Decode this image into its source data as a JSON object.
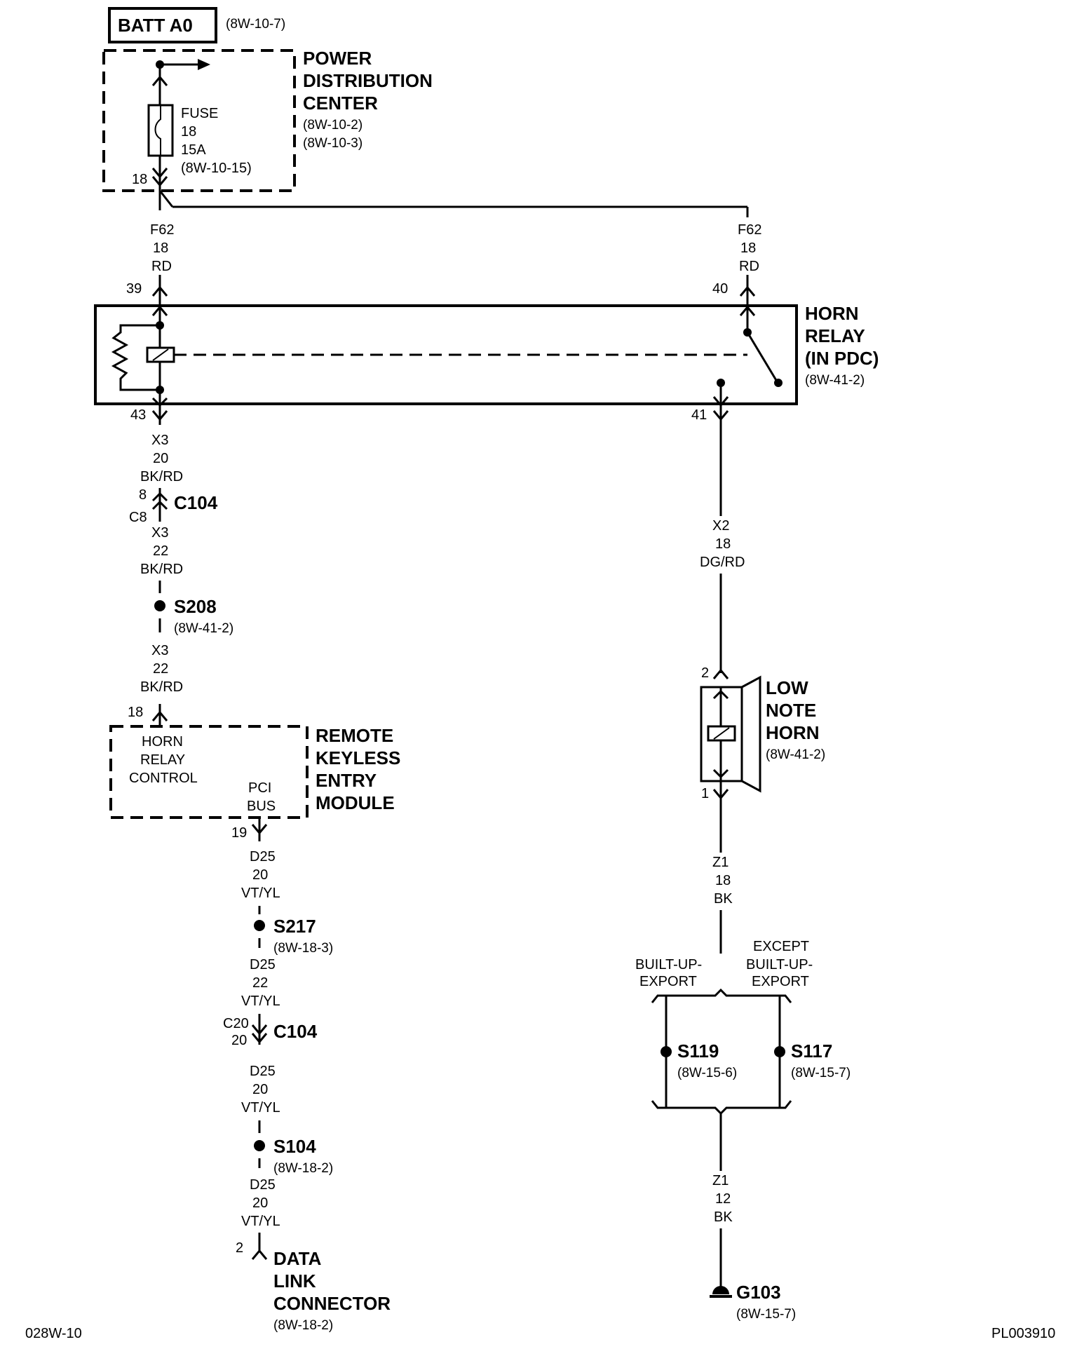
{
  "battery": {
    "label": "BATT A0",
    "ref": "(8W-10-7)"
  },
  "pdc": {
    "title": [
      "POWER",
      "DISTRIBUTION",
      "CENTER"
    ],
    "refs": [
      "(8W-10-2)",
      "(8W-10-3)"
    ],
    "fuse": [
      "FUSE",
      "18",
      "15A",
      "(8W-10-15)"
    ],
    "pin": "18"
  },
  "wire_f62_left": [
    "F62",
    "18",
    "RD"
  ],
  "wire_f62_right": [
    "F62",
    "18",
    "RD"
  ],
  "horn_relay": {
    "title": [
      "HORN",
      "RELAY",
      "(IN PDC)"
    ],
    "ref": "(8W-41-2)",
    "pins": {
      "top_left": "39",
      "top_right": "40",
      "bottom_left": "43",
      "bottom_right": "41"
    }
  },
  "left_run": {
    "wire1": [
      "X3",
      "20",
      "BK/RD"
    ],
    "c104_a": {
      "label": "C104",
      "pin_top": "8",
      "pin_bottom": "C8"
    },
    "wire2": [
      "X3",
      "22",
      "BK/RD"
    ],
    "s208": {
      "label": "S208",
      "ref": "(8W-41-2)"
    },
    "wire3": [
      "X3",
      "22",
      "BK/RD"
    ],
    "rke_pin": "18"
  },
  "rke": {
    "title": [
      "REMOTE",
      "KEYLESS",
      "ENTRY",
      "MODULE"
    ],
    "inner": [
      "HORN",
      "RELAY",
      "CONTROL"
    ],
    "bus": [
      "PCI",
      "BUS"
    ],
    "pin": "19"
  },
  "dlc_run": {
    "wire1": [
      "D25",
      "20",
      "VT/YL"
    ],
    "s217": {
      "label": "S217",
      "ref": "(8W-18-3)"
    },
    "wire2": [
      "D25",
      "22",
      "VT/YL"
    ],
    "c104_b": {
      "label": "C104",
      "pin_top": "C20",
      "pin_bottom": "20"
    },
    "wire3": [
      "D25",
      "20",
      "VT/YL"
    ],
    "s104": {
      "label": "S104",
      "ref": "(8W-18-2)"
    },
    "wire4": [
      "D25",
      "20",
      "VT/YL"
    ],
    "dlc_pin": "2"
  },
  "dlc": {
    "title": [
      "DATA",
      "LINK",
      "CONNECTOR"
    ],
    "ref": "(8W-18-2)"
  },
  "right_run": {
    "wire1": [
      "X2",
      "18",
      "DG/RD"
    ],
    "horn_pin_top": "2",
    "horn_pin_bottom": "1",
    "wire2": [
      "Z1",
      "18",
      "BK"
    ],
    "branch_left": [
      "BUILT-UP-",
      "EXPORT"
    ],
    "branch_right": [
      "EXCEPT",
      "BUILT-UP-",
      "EXPORT"
    ],
    "s119": {
      "label": "S119",
      "ref": "(8W-15-6)"
    },
    "s117": {
      "label": "S117",
      "ref": "(8W-15-7)"
    },
    "wire3": [
      "Z1",
      "12",
      "BK"
    ],
    "g103": {
      "label": "G103",
      "ref": "(8W-15-7)"
    }
  },
  "low_note_horn": {
    "title": [
      "LOW",
      "NOTE",
      "HORN"
    ],
    "ref": "(8W-41-2)"
  },
  "footer": {
    "left": "028W-10",
    "right": "PL003910"
  }
}
